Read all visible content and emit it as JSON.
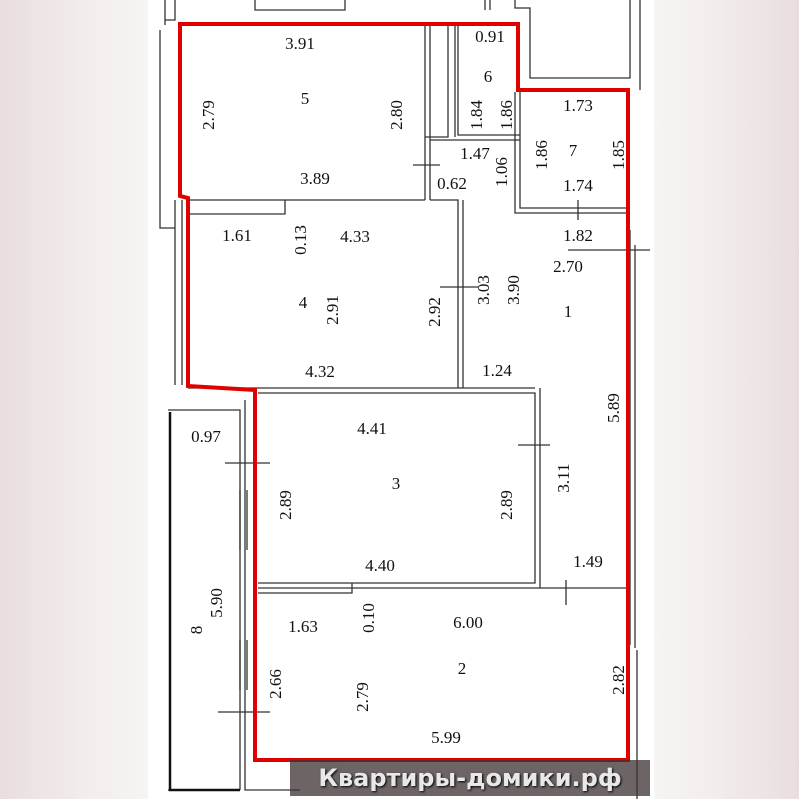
{
  "plan": {
    "outline_color": "#e00000",
    "rooms": {
      "r5": {
        "num": "5",
        "top": "3.91",
        "bottom": "3.89",
        "left": "2.79",
        "right": "2.80"
      },
      "r6": {
        "num": "6",
        "top": "0.91",
        "left": "1.84",
        "right": "1.86"
      },
      "corridor": {
        "w": "1.47",
        "door": "0.62",
        "h": "1.06"
      },
      "r7": {
        "num": "7",
        "top": "1.73",
        "bottom": "1.74",
        "left": "1.86",
        "right": "1.85"
      },
      "r1": {
        "num": "1",
        "a": "1.82",
        "b": "2.70",
        "c": "3.03",
        "d": "3.90",
        "e": "1.24",
        "f": "5.89",
        "g": "3.11",
        "h": "1.49"
      },
      "r4": {
        "num": "4",
        "a": "1.61",
        "b": "0.13",
        "top": "4.33",
        "h": "2.91",
        "right": "2.92",
        "bottom": "4.32"
      },
      "r3": {
        "num": "3",
        "top": "4.41",
        "left": "2.89",
        "right": "2.89",
        "bottom": "4.40"
      },
      "r2": {
        "num": "2",
        "a": "1.63",
        "b": "0.10",
        "top": "6.00",
        "left": "2.66",
        "mid": "2.79",
        "right": "2.82",
        "bottom": "5.99"
      },
      "r8": {
        "num": "8",
        "w": "0.97",
        "len": "5.90"
      }
    }
  },
  "watermark": {
    "text": "Квартиры-домики.рф"
  }
}
